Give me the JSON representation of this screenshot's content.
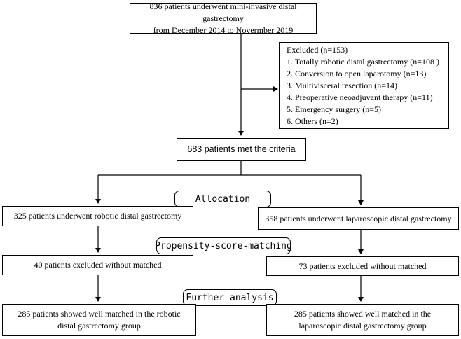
{
  "boxes": {
    "top_line1": "836 patients underwent mini-invasive distal gastrectomy",
    "top_line2": "from December 2014 to Novermber 2019",
    "excluded_title": "Excluded  (n=153)",
    "excluded_items": [
      "1. Totally robotic distal gastrectomy (n=108 )",
      "2. Conversion to open laparotomy (n=13)",
      "3. Multivisceral resection (n=14)",
      "4. Preoperative neoadjuvant therapy (n=11)",
      "5. Emergency surgery (n=5)",
      "6. Others (n=2)"
    ],
    "criteria": "683 patients met the criteria",
    "robotic": "325 patients underwent robotic distal gastrectomy",
    "laparoscopic": "358 patients underwent laparoscopic distal gastrectomy",
    "robotic_excluded": "40 patients excluded  without matched",
    "lap_excluded": "73 patients excluded  without matched",
    "robotic_final_line1": "285 patients showed well matched in the robotic",
    "robotic_final_line2": "distal gastrectomy group",
    "lap_final_line1": "285 patients showed well matched in the",
    "lap_final_line2": "laparoscopic distal gastrectomy group"
  },
  "stages": {
    "allocation": "Allocation",
    "psm": "Propensity-score-matching",
    "further": "Further analysis"
  }
}
